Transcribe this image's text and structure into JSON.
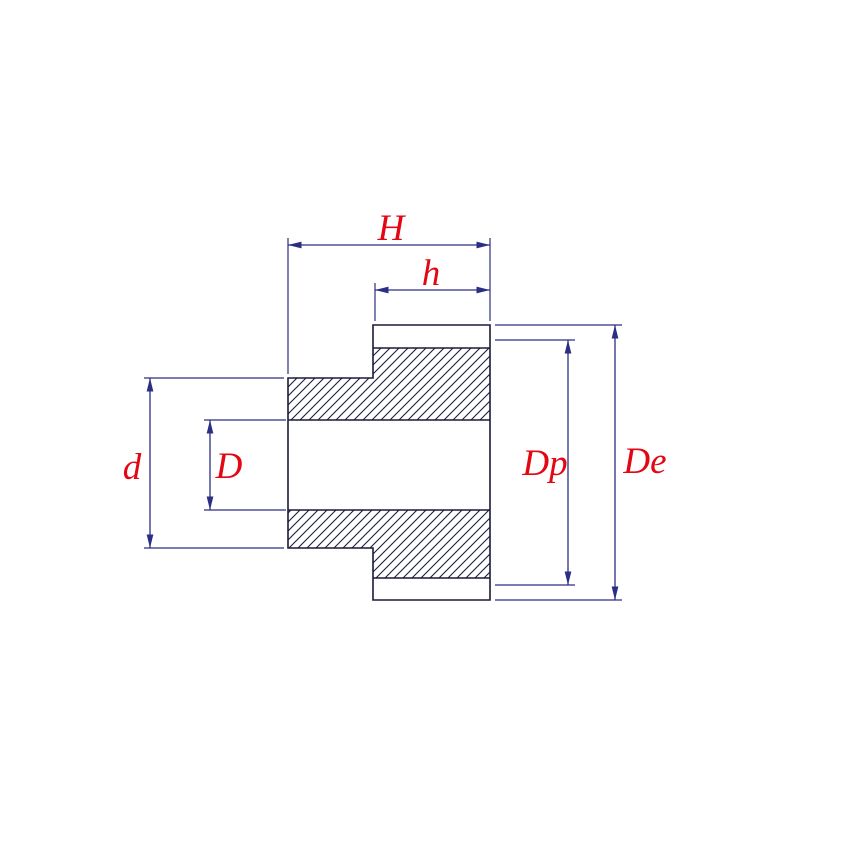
{
  "drawing": {
    "subject": "spur gear cross-section dimension diagram",
    "dimension_labels": {
      "overall_width": "H",
      "face_width": "h",
      "hub_diameter": "d",
      "bore_diameter": "D",
      "pitch_diameter": "Dp",
      "outside_diameter": "De"
    },
    "colors": {
      "label_text": "#e30613",
      "dimension_lines": "#2b2e83",
      "part_outline": "#1a1a38",
      "background": "#ffffff"
    }
  }
}
